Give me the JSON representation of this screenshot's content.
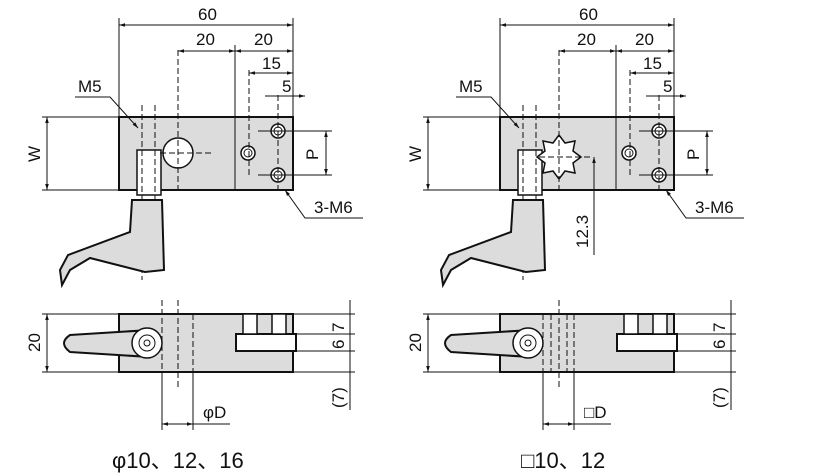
{
  "left": {
    "dims": {
      "overall": "60",
      "pitch_a": "20",
      "pitch_b": "20",
      "pitch_c": "15",
      "edge": "5",
      "width": "W",
      "pitch_p": "P",
      "height": "20",
      "top": "7",
      "slot": "6",
      "bottom": "(7)",
      "bore": "φD"
    },
    "labels": {
      "clamp_thread": "M5",
      "mount_threads": "3-M6"
    },
    "caption": "φ10、12、16"
  },
  "right": {
    "dims": {
      "overall": "60",
      "pitch_a": "20",
      "pitch_b": "20",
      "pitch_c": "15",
      "edge": "5",
      "width": "W",
      "pitch_p": "P",
      "offset": "12.3",
      "height": "20",
      "top": "7",
      "slot": "6",
      "bottom": "(7)",
      "bore": "□D"
    },
    "labels": {
      "clamp_thread": "M5",
      "mount_threads": "3-M6"
    },
    "caption": "□10、12"
  }
}
